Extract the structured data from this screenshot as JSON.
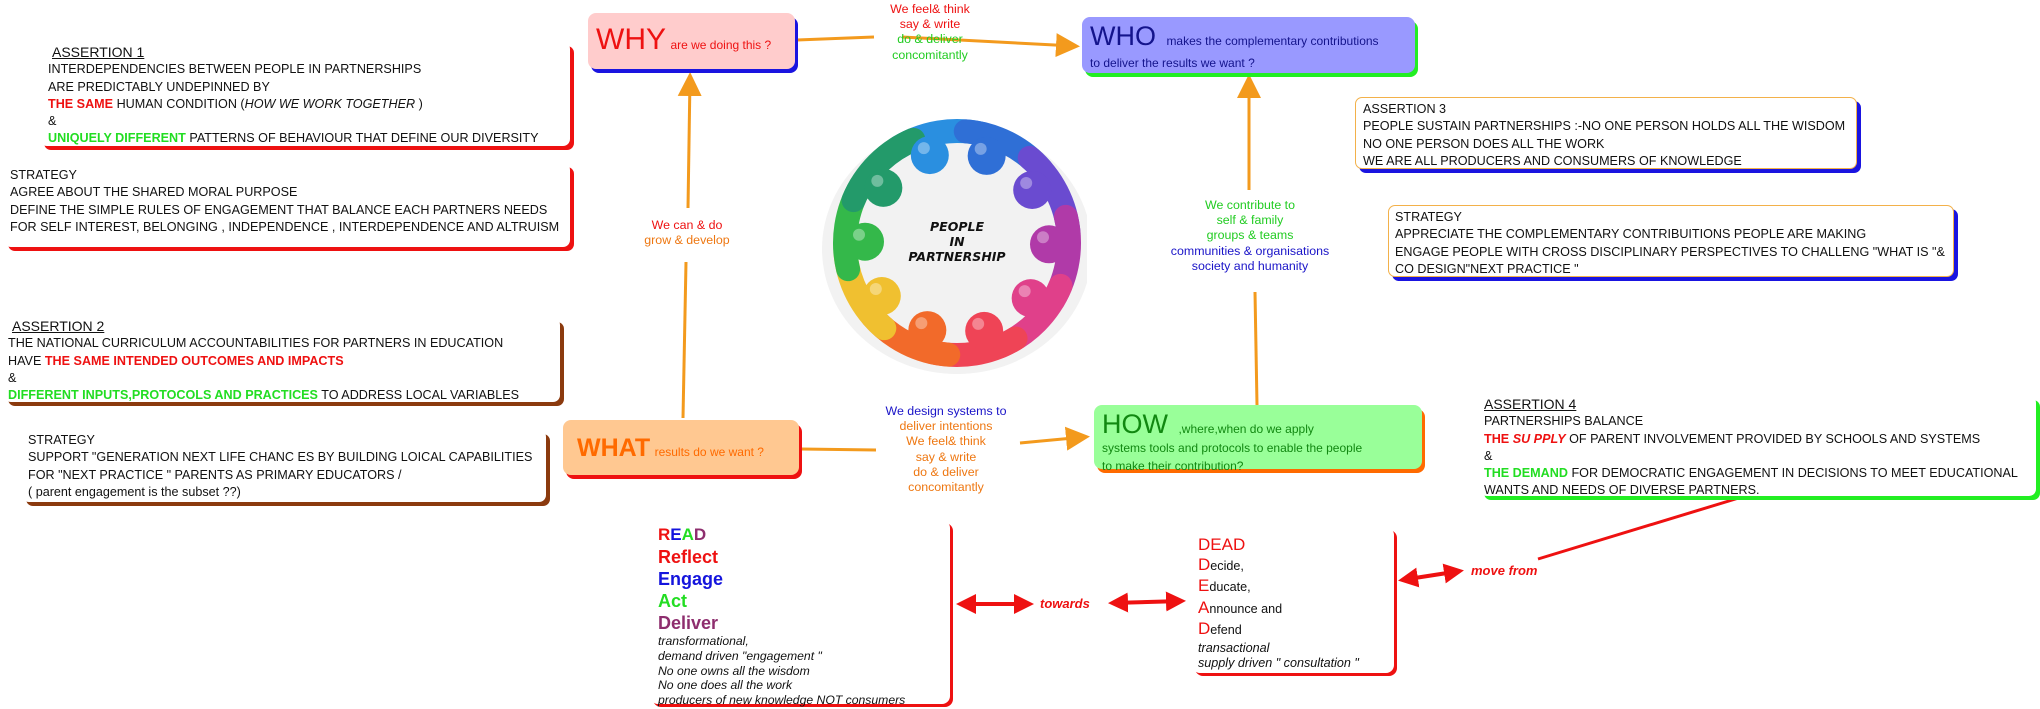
{
  "colors": {
    "orange_arrow": "#f39a1d",
    "red_arrow": "#ee1111",
    "why_bg": "#ffcccc",
    "who_bg": "#9999ff",
    "what_bg": "#ffc891",
    "how_bg": "#99ff99"
  },
  "assertion1": {
    "title": "ASSERTION 1",
    "lines": [
      [
        {
          "t": "INTERDEPENDENCIES BETWEEN PEOPLE IN PARTNERSHIPS"
        }
      ],
      [
        {
          "t": "ARE PREDICTABLY UNDEPINNED BY"
        }
      ],
      [
        {
          "t": "THE SAME",
          "s": "red"
        },
        {
          "t": " HUMAN CONDITION ("
        },
        {
          "t": "HOW WE WORK TOGETHER",
          "s": "italic"
        },
        {
          "t": " )"
        }
      ],
      [
        {
          "t": "&"
        }
      ],
      [
        {
          "t": "UNIQUELY DIFFERENT",
          "s": "green"
        },
        {
          "t": " PATTERNS OF BEHAVIOUR THAT DEFINE OUR DIVERSITY"
        }
      ]
    ]
  },
  "strategy1": {
    "lines": [
      [
        {
          "t": "STRATEGY"
        }
      ],
      [
        {
          "t": "AGREE ABOUT THE SHARED MORAL PURPOSE"
        }
      ],
      [
        {
          "t": "DEFINE THE SIMPLE RULES OF ENGAGEMENT THAT BALANCE EACH PARTNERS NEEDS"
        }
      ],
      [
        {
          "t": "FOR SELF INTEREST, BELONGING , INDEPENDENCE , INTERDEPENDENCE AND ALTRUISM"
        }
      ]
    ]
  },
  "assertion2": {
    "title": "ASSERTION 2",
    "lines": [
      [
        {
          "t": "THE NATIONAL CURRICULUM ACCOUNTABILITIES FOR PARTNERS IN EDUCATION"
        }
      ],
      [
        {
          "t": "HAVE "
        },
        {
          "t": "THE SAME INTENDED OUTCOMES AND IMPACTS",
          "s": "red"
        }
      ],
      [
        {
          "t": "&"
        }
      ],
      [
        {
          "t": "DIFFERENT INPUTS,PROTOCOLS AND PRACTICES",
          "s": "green"
        },
        {
          "t": " TO ADDRESS LOCAL VARIABLES"
        }
      ]
    ]
  },
  "strategy2": {
    "lines": [
      [
        {
          "t": "STRATEGY"
        }
      ],
      [
        {
          "t": "SUPPORT \"GENERATION NEXT LIFE CHANC ES BY BUILDING LOICAL CAPABILITIES"
        }
      ],
      [
        {
          "t": "FOR \"NEXT PRACTICE \" PARENTS AS PRIMARY EDUCATORS /"
        }
      ],
      [
        {
          "t": "( parent engagement is the subset ??)"
        }
      ]
    ]
  },
  "assertion3": {
    "lines": [
      [
        {
          "t": "ASSERTION 3"
        }
      ],
      [
        {
          "t": "PEOPLE SUSTAIN PARTNERSHIPS :-NO ONE PERSON HOLDS ALL THE WISDOM"
        }
      ],
      [
        {
          "t": "NO ONE PERSON DOES ALL THE WORK"
        }
      ],
      [
        {
          "t": "WE ARE ALL PRODUCERS AND CONSUMERS OF KNOWLEDGE"
        }
      ]
    ]
  },
  "strategy3": {
    "lines": [
      [
        {
          "t": " STRATEGY"
        }
      ],
      [
        {
          "t": "APPRECIATE THE COMPLEMENTARY CONTRIBUITIONS PEOPLE ARE MAKING"
        }
      ],
      [
        {
          "t": "ENGAGE PEOPLE WITH CROSS DISCIPLINARY PERSPECTIVES TO CHALLENG \"WHAT IS \"&"
        }
      ],
      [
        {
          "t": " CO DESIGN\"NEXT PRACTICE \""
        }
      ]
    ]
  },
  "assertion4": {
    "title": "ASSERTION 4",
    "lines": [
      [
        {
          "t": "PARTNERSHIPS BALANCE"
        }
      ],
      [
        {
          "t": "THE ",
          "s": "red"
        },
        {
          "t": "SU PPLY",
          "s": "red-italic"
        },
        {
          "t": "  OF PARENT INVOLVEMENT  PROVIDED BY SCHOOLS AND SYSTEMS"
        }
      ],
      [
        {
          "t": "&"
        }
      ],
      [
        {
          "t": "THE DEMAND",
          "s": "green"
        },
        {
          "t": " FOR DEMOCRATIC ENGAGEMENT IN DECISIONS TO MEET EDUCATIONAL"
        }
      ],
      [
        {
          "t": "WANTS AND NEEDS OF DIVERSE PARTNERS."
        }
      ]
    ]
  },
  "why": {
    "heading": "WHY",
    "sub": "are we doing this ?"
  },
  "who": {
    "heading": "WHO",
    "sub": "makes the complementary contributions",
    "sub2": "to deliver the results we want ?"
  },
  "what": {
    "heading": "WHAT",
    "sub": "results do we want ?"
  },
  "how": {
    "heading": "HOW",
    "sub": ",where,when do we apply",
    "sub2": "systems tools and protocols to enable the people",
    "sub3": " to make their contribution?"
  },
  "why_who_label": [
    "We feel& think",
    "say & write",
    "do & deliver",
    "concomitantly"
  ],
  "what_why_label": [
    "We can & do",
    "grow & develop"
  ],
  "how_who_label": [
    "We contribute to",
    "self & family",
    "groups & teams",
    "communities & organisations",
    "society and humanity"
  ],
  "what_how_label": [
    "We design systems to",
    "deliver intentions",
    "We feel& think",
    "say & write",
    "do & deliver",
    "concomitantly"
  ],
  "center_image": {
    "lines": [
      "PEOPLE",
      "IN",
      "PARTNERSHIP"
    ]
  },
  "read": {
    "acronym": [
      "R",
      "E",
      "A",
      "D"
    ],
    "words": [
      "Reflect",
      "Engage",
      "Act",
      "Deliver"
    ],
    "notes": [
      "transformational,",
      "demand driven \"engagement \"",
      "No one owns all the wisdom",
      "No one does all the work",
      "producers of new knowledge NOT consumers"
    ]
  },
  "dead": {
    "title": "DEAD",
    "words": [
      [
        "D",
        "ecide,"
      ],
      [
        "E",
        "ducate,"
      ],
      [
        "A",
        "nnounce and"
      ],
      [
        "D",
        "efend"
      ]
    ],
    "notes": [
      "transactional",
      "supply driven \" consultation  \""
    ]
  },
  "towards_label": "towards",
  "move_from_label": "move from"
}
